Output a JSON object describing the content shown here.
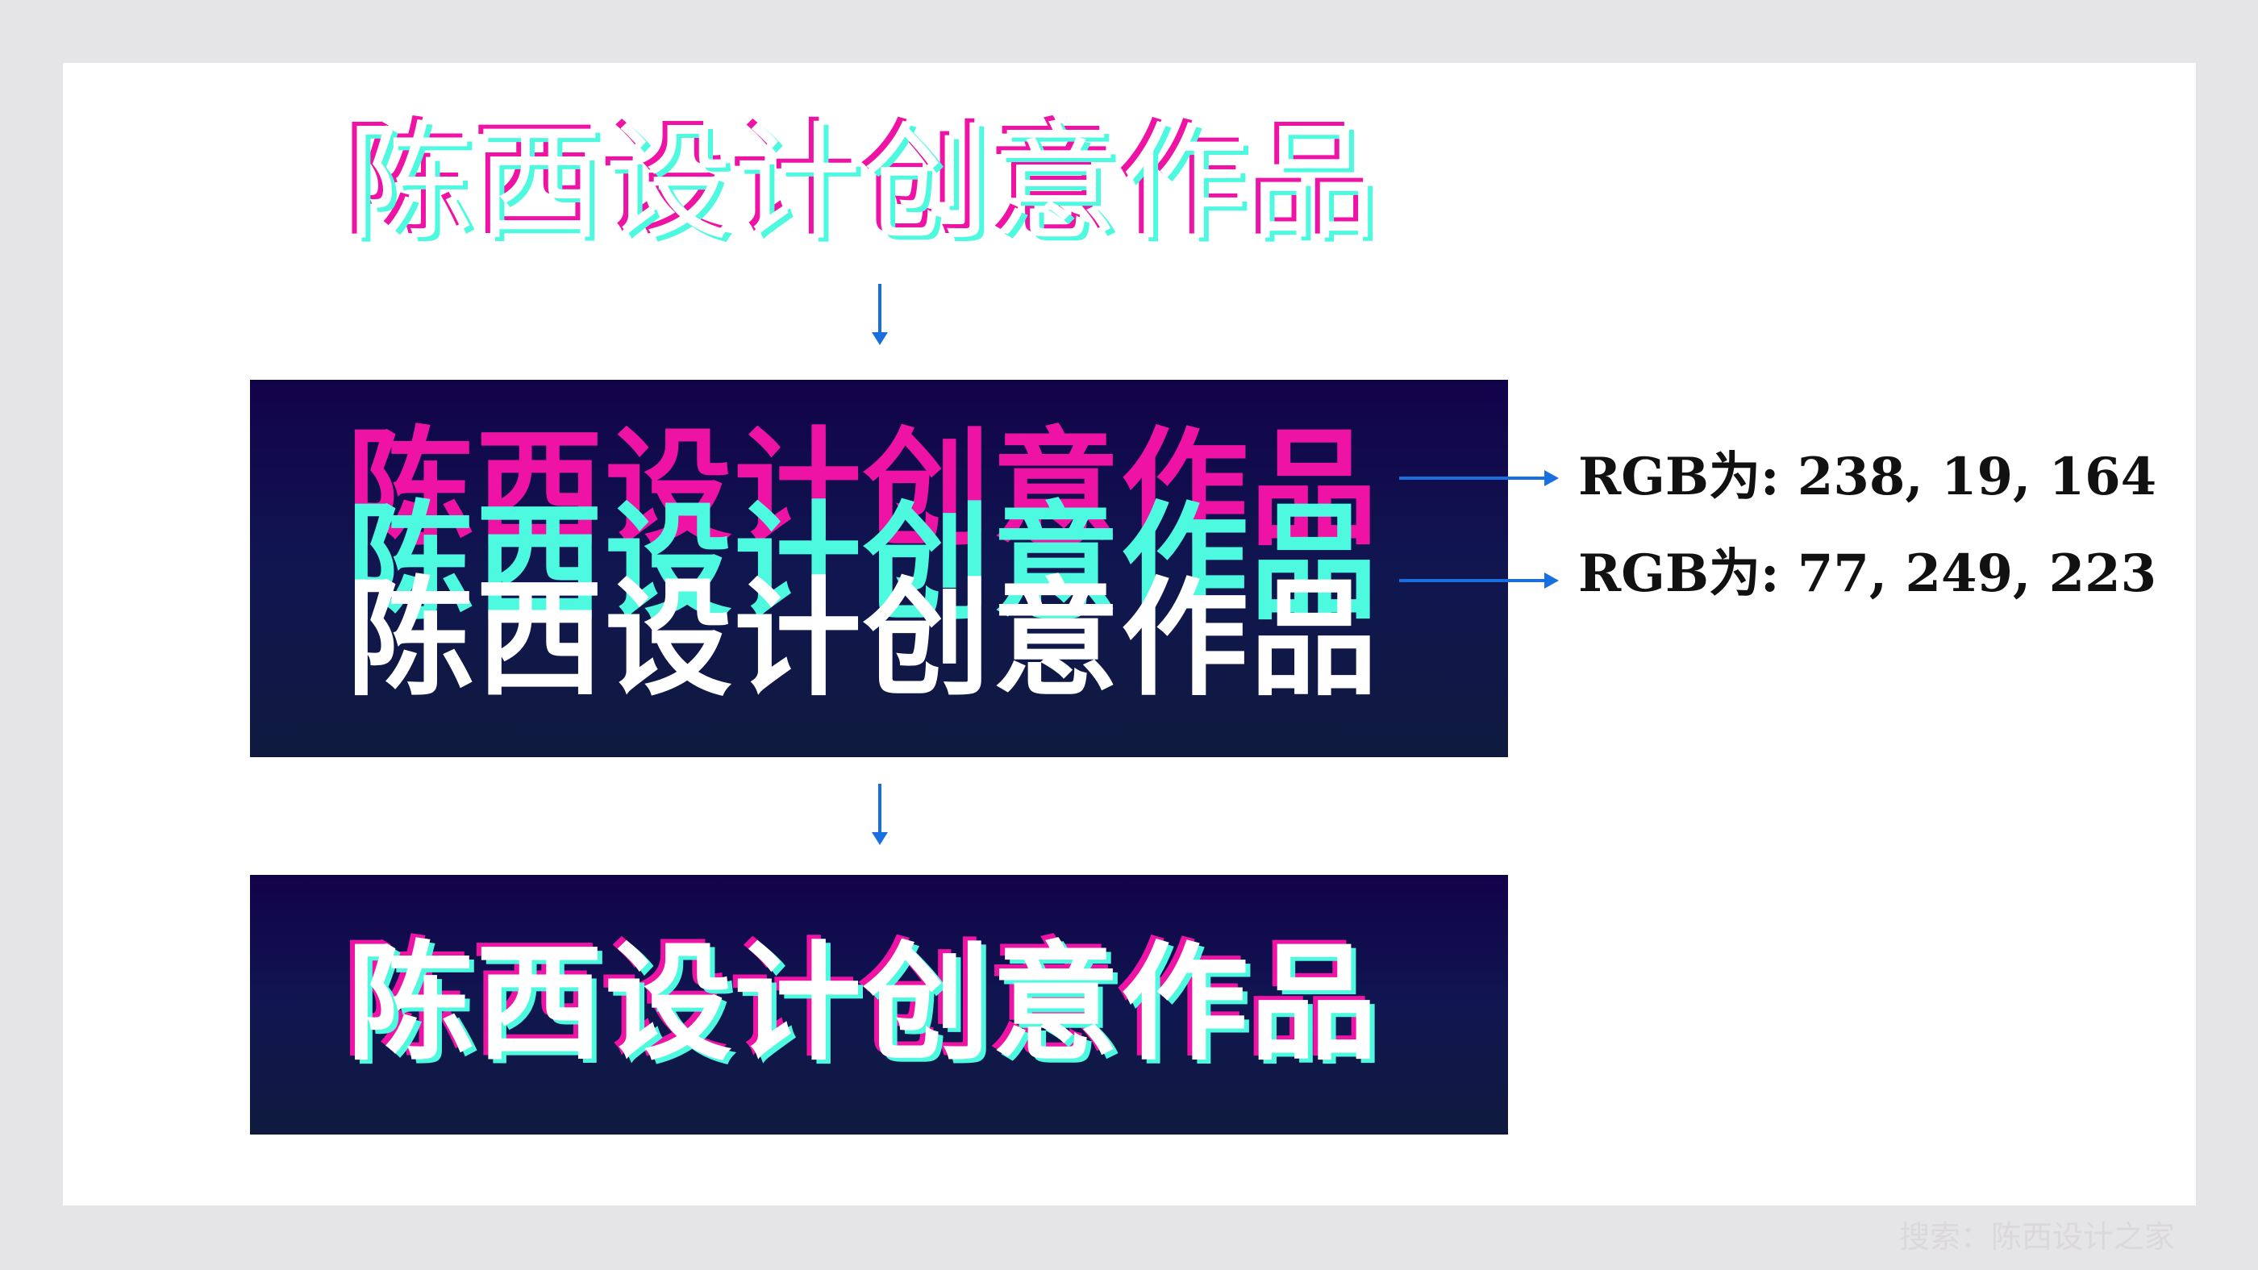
{
  "headline": "陈西设计创意作品",
  "annotations": {
    "pink_rgb": "RGB为: 238, 19, 164",
    "cyan_rgb": "RGB为: 77, 249, 223"
  },
  "watermark": "搜索：陈西设计之家",
  "colors": {
    "page_background": "#e5e4e6",
    "card_background": "#ffffff",
    "panel_gradient_top": "#12024a",
    "panel_gradient_bottom": "#0f1a3e",
    "pink": "#ee13a4",
    "cyan": "#4df9df",
    "white": "#ffffff",
    "arrow_blue": "#1a6fe0"
  },
  "icons": {
    "down_arrow": "arrow-down-icon",
    "right_arrow": "arrow-right-icon"
  }
}
